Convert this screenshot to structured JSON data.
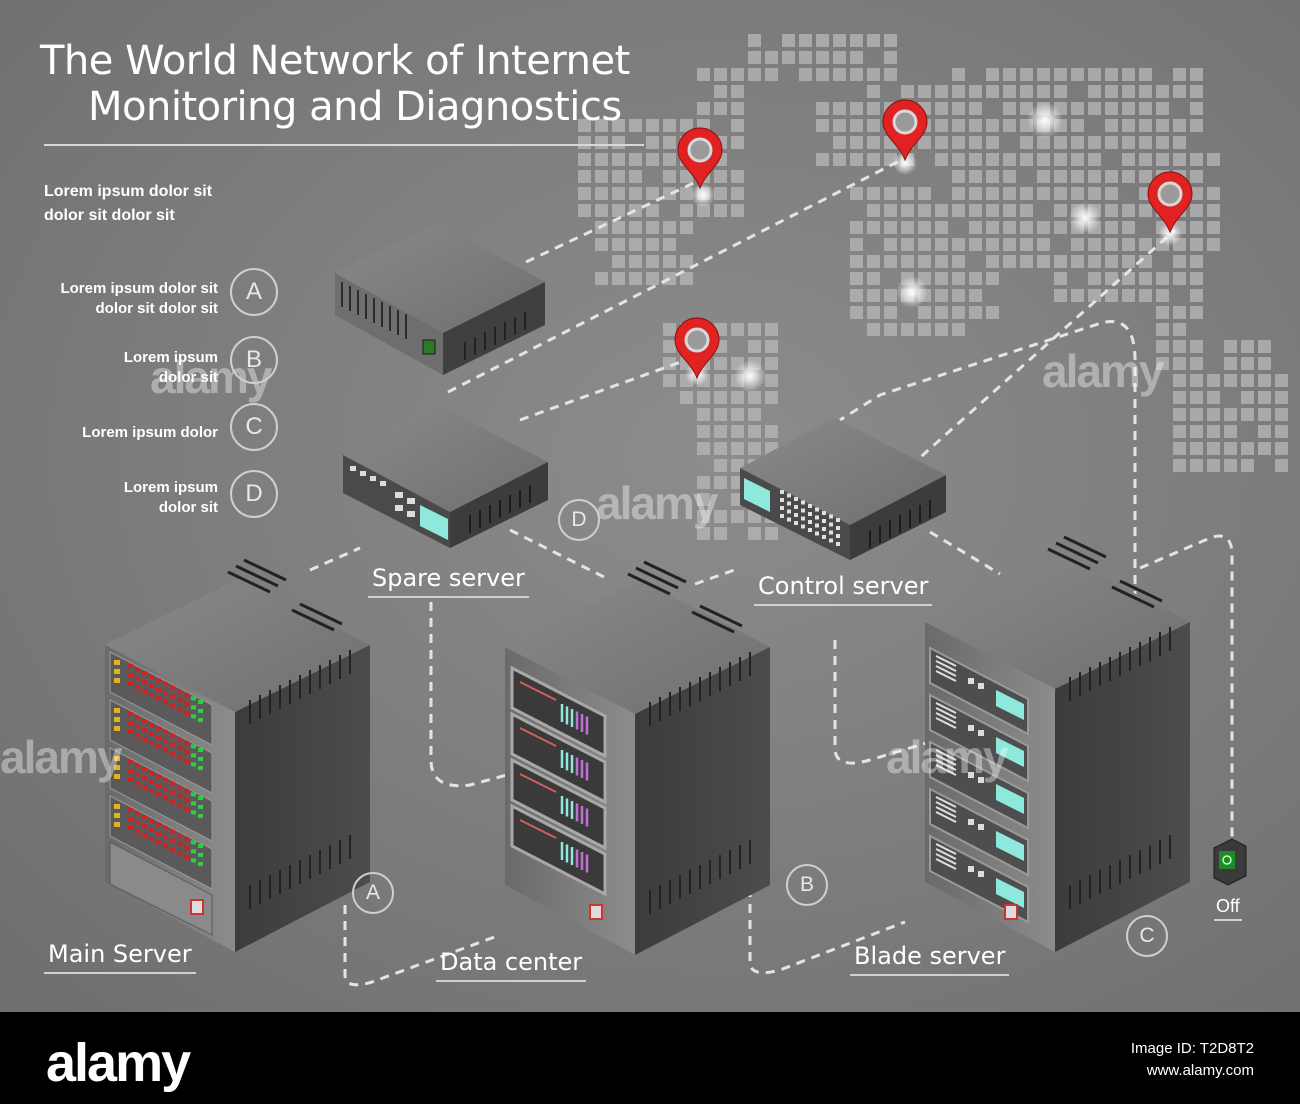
{
  "title": {
    "line1": "The World Network of Internet",
    "line2": "Monitoring and Diagnostics"
  },
  "intro": {
    "line1": "Lorem ipsum dolor sit",
    "line2": "dolor sit  dolor sit"
  },
  "legend": [
    {
      "letter": "A",
      "text": "Lorem ipsum dolor sit\ndolor sit  dolor sit"
    },
    {
      "letter": "B",
      "text": "Lorem ipsum\ndolor sit"
    },
    {
      "letter": "C",
      "text": "Lorem ipsum dolor"
    },
    {
      "letter": "D",
      "text": "Lorem ipsum\ndolor sit"
    }
  ],
  "captions": {
    "spare": "Spare server",
    "control": "Control server",
    "main": "Main Server",
    "datacenter": "Data center",
    "blade": "Blade server",
    "off": "Off"
  },
  "badges": {
    "a": "A",
    "b": "B",
    "c": "C",
    "d": "D"
  },
  "watermark": "alamy",
  "footer": {
    "logo": "alamy",
    "image_id": "Image ID: T2D8T2",
    "site": "www.alamy.com"
  },
  "colors": {
    "background": "#7f7f7f",
    "pin": "#e02222",
    "led_red": "#d42020",
    "led_green": "#33cc44",
    "panel_cyan": "#8ee8dc",
    "footer": "#000000"
  }
}
